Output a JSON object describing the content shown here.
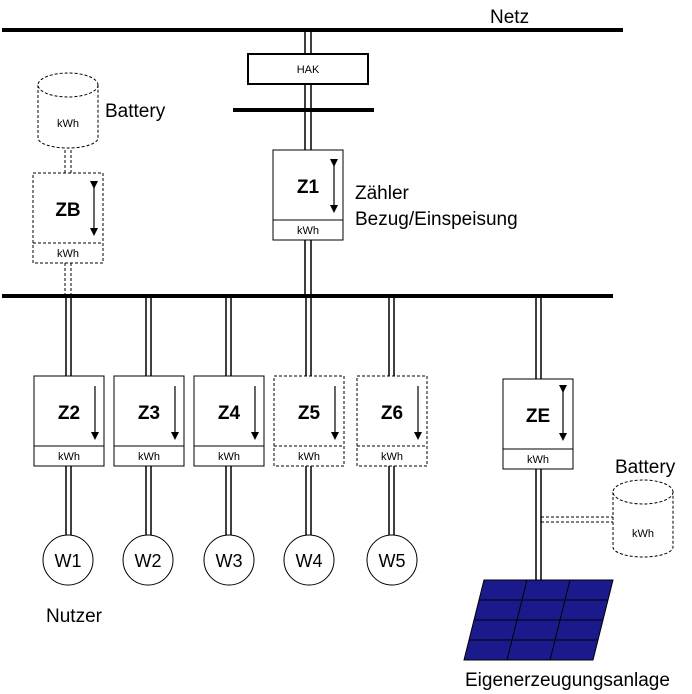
{
  "grid": {
    "label": "Netz"
  },
  "hak": {
    "label": "HAK"
  },
  "main_meter": {
    "id": "Z1",
    "unit": "kWh",
    "description_line1": "Zähler",
    "description_line2": "Bezug/Einspeisung"
  },
  "battery_meter": {
    "id": "ZB",
    "unit": "kWh"
  },
  "battery_left": {
    "label": "Battery",
    "unit": "kWh"
  },
  "battery_right": {
    "label": "Battery",
    "unit": "kWh"
  },
  "user_meters": [
    {
      "id": "Z2",
      "unit": "kWh",
      "consumer": "W1"
    },
    {
      "id": "Z3",
      "unit": "kWh",
      "consumer": "W2"
    },
    {
      "id": "Z4",
      "unit": "kWh",
      "consumer": "W3"
    },
    {
      "id": "Z5",
      "unit": "kWh",
      "consumer": "W4"
    },
    {
      "id": "Z6",
      "unit": "kWh",
      "consumer": "W5"
    }
  ],
  "users": {
    "label": "Nutzer"
  },
  "generation_meter": {
    "id": "ZE",
    "unit": "kWh"
  },
  "generation": {
    "label": "Eigenerzeugungsanlage"
  },
  "colors": {
    "line": "#000000",
    "solar_panel": "#1a1a8c",
    "solar_grid": "#2a2aa0"
  }
}
